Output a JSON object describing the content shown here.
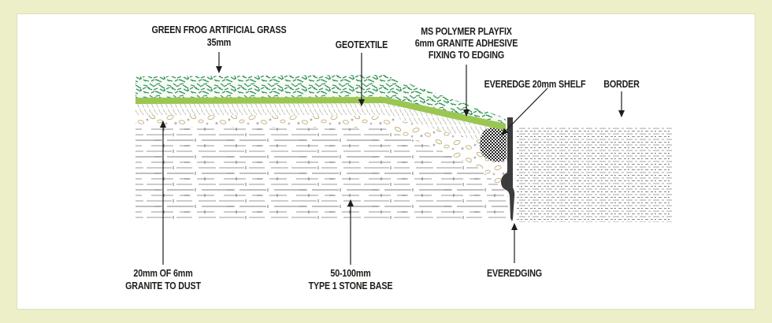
{
  "page": {
    "background_color": "#edefc9",
    "card_color": "#ffffff"
  },
  "diagram": {
    "labels": {
      "artificial_grass": {
        "lines": [
          "GREEN FROG ARTIFICIAL GRASS",
          "35mm"
        ]
      },
      "geotextile": {
        "lines": [
          "GEOTEXTILE"
        ]
      },
      "adhesive": {
        "lines": [
          "MS POLYMER PLAYFIX",
          "6mm GRANITE ADHESIVE",
          "FIXING TO EDGING"
        ]
      },
      "shelf": {
        "lines": [
          "EVEREDGE 20mm SHELF"
        ]
      },
      "border": {
        "lines": [
          "BORDER"
        ]
      },
      "granite_dust": {
        "lines": [
          "20mm OF 6mm",
          "GRANITE TO DUST"
        ]
      },
      "stone_base": {
        "lines": [
          "50-100mm",
          "TYPE 1 STONE BASE"
        ]
      },
      "everedging": {
        "lines": [
          "EVEREDGING"
        ]
      }
    },
    "colors": {
      "grass_blade_green": "#3c9a62",
      "backing_green": "#9cc653",
      "pebble_tan": "#c6b07c",
      "edging_dark": "#3c3c3c",
      "ink": "#1d1d1b"
    }
  }
}
